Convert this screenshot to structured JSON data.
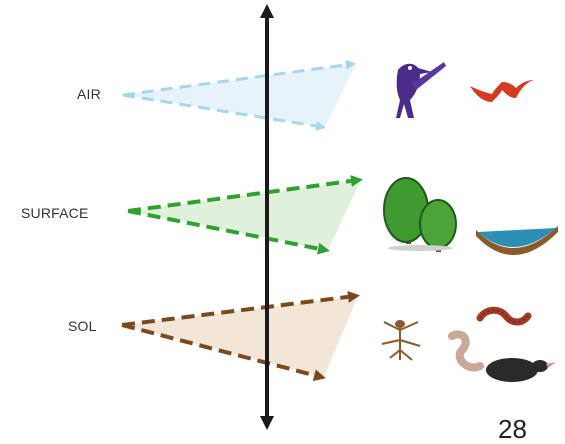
{
  "layers": [
    {
      "id": "air",
      "label": "AIR",
      "color": "#a6d7ec",
      "fill": "#e3f2f9"
    },
    {
      "id": "surface",
      "label": "SURFACE",
      "color": "#2ea12e",
      "fill": "#dcefd7"
    },
    {
      "id": "sol",
      "label": "SOL",
      "color": "#7a4a1e",
      "fill": "#f1e3d2"
    }
  ],
  "animals": {
    "air": [
      "bird-icon",
      "bat-icon"
    ],
    "surface": [
      "trees-icon",
      "pond-icon"
    ],
    "sol": [
      "root-insect-icon",
      "worm-icon",
      "millipede-icon",
      "mole-icon"
    ]
  },
  "axis_color": "#1a1a1a",
  "page_number": "28"
}
